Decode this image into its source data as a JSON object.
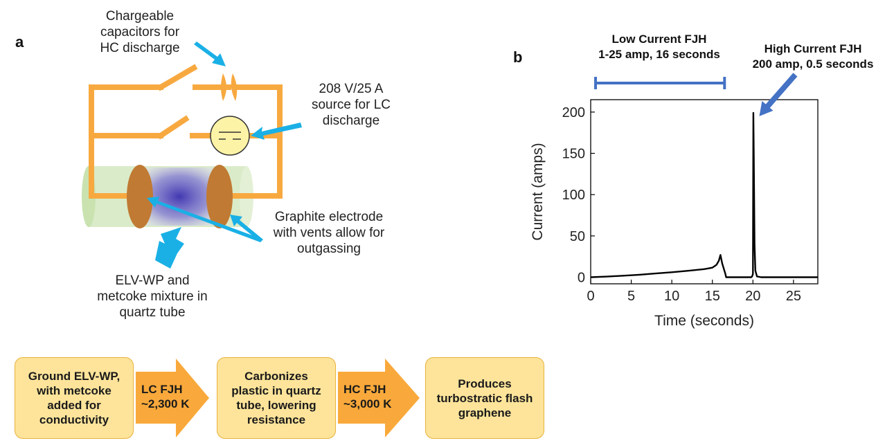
{
  "panel_a": {
    "letter": "a",
    "labels": {
      "capacitors": "Chargeable\ncapacitors for\nHC discharge",
      "source": "208 V/25 A\nsource for LC\ndischarge",
      "electrode": "Graphite electrode\nwith vents allow for\noutgassing",
      "mixture": "ELV-WP and\nmetcoke mixture in\nquartz tube"
    },
    "colors": {
      "wire": "#f7a940",
      "arrow": "#1ab0e6",
      "tube": "#cfe6b8",
      "electrode": "#c07a33",
      "plasma": "#4b3bb3",
      "source_fill": "#fdf3a6"
    }
  },
  "panel_b": {
    "letter": "b",
    "low_label": "Low Current FJH\n1-25 amp, 16 seconds",
    "high_label": "High Current FJH\n200 amp, 0.5 seconds",
    "colors": {
      "bracket": "#4472c4",
      "arrow": "#4472c4",
      "line": "#000000"
    }
  },
  "chart_data": {
    "type": "line",
    "xlabel": "Time (seconds)",
    "ylabel": "Current (amps)",
    "xlim": [
      0,
      28
    ],
    "ylim": [
      -8,
      215
    ],
    "xticks": [
      0,
      5,
      10,
      15,
      20,
      25
    ],
    "yticks": [
      0,
      50,
      100,
      150,
      200
    ],
    "series": [
      {
        "x": [
          0,
          2,
          4,
          6,
          8,
          10,
          12,
          14,
          15,
          15.5,
          15.8,
          16.0,
          16.2,
          16.6,
          16.7,
          19.5,
          19.8,
          19.9,
          20.0,
          20.05,
          20.1,
          20.2,
          20.3,
          20.5,
          21,
          28
        ],
        "y": [
          0,
          0.7,
          1.8,
          3,
          4.5,
          6,
          7.8,
          9.8,
          11.5,
          15,
          20,
          27,
          17,
          4,
          0,
          0,
          0,
          1,
          4,
          199,
          150,
          40,
          8,
          1,
          0,
          0
        ]
      }
    ],
    "low_current_range": [
      0.6,
      16.5
    ],
    "high_current_time": 20.1
  },
  "flow": {
    "boxes": [
      "Ground ELV-WP,\nwith metcoke\nadded for\nconductivity",
      "Carbonizes\nplastic in quartz\ntube, lowering\nresistance",
      "Produces\nturbostratic flash\ngraphene"
    ],
    "arrows": [
      "LC FJH\n~2,300 K",
      "HC FJH\n~3,000 K"
    ],
    "colors": {
      "box_fill": "#fde49a",
      "box_border": "#e8b13c",
      "arrow_fill": "#f9a93b"
    }
  }
}
